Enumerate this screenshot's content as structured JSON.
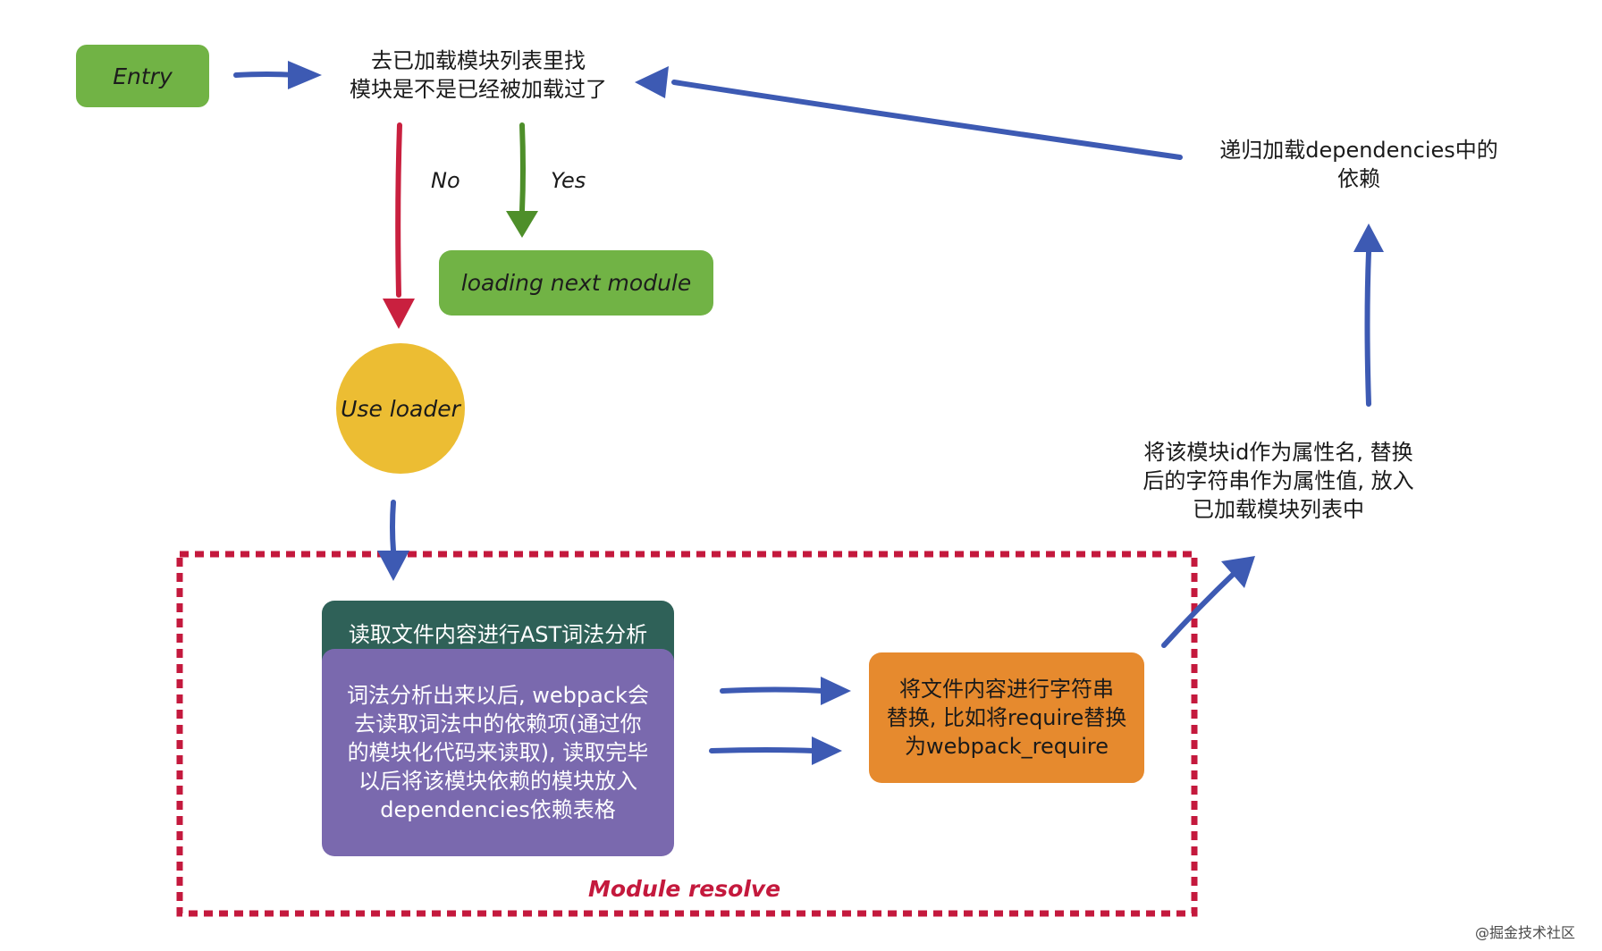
{
  "nodes": {
    "entry": "Entry",
    "check_loaded": "去已加载模块列表里找\n模块是不是已经被加载过了",
    "next_module": "loading next module",
    "use_loader": "Use loader",
    "ast_header": "读取文件内容进行AST词法分析",
    "dependencies": "词法分析出来以后, webpack会\n去读取词法中的依赖项(通过你\n的模块化代码来读取), 读取完毕\n以后将该模块依赖的模块放入\ndependencies依赖表格",
    "replace": "将文件内容进行字符串\n替换, 比如将require替换\n为webpack_require",
    "store": "将该模块id作为属性名, 替换\n后的字符串作为属性值, 放入\n已加载模块列表中",
    "recurse": "递归加载dependencies中的\n依赖"
  },
  "edge_labels": {
    "no": "No",
    "yes": "Yes"
  },
  "region_label": "Module resolve",
  "watermark": "@掘金技术社区",
  "colors": {
    "blue_arrow": "#3d5ab3",
    "red_arrow": "#c9203f",
    "green_arrow": "#4e8f2a",
    "region_border": "#c4193d"
  }
}
